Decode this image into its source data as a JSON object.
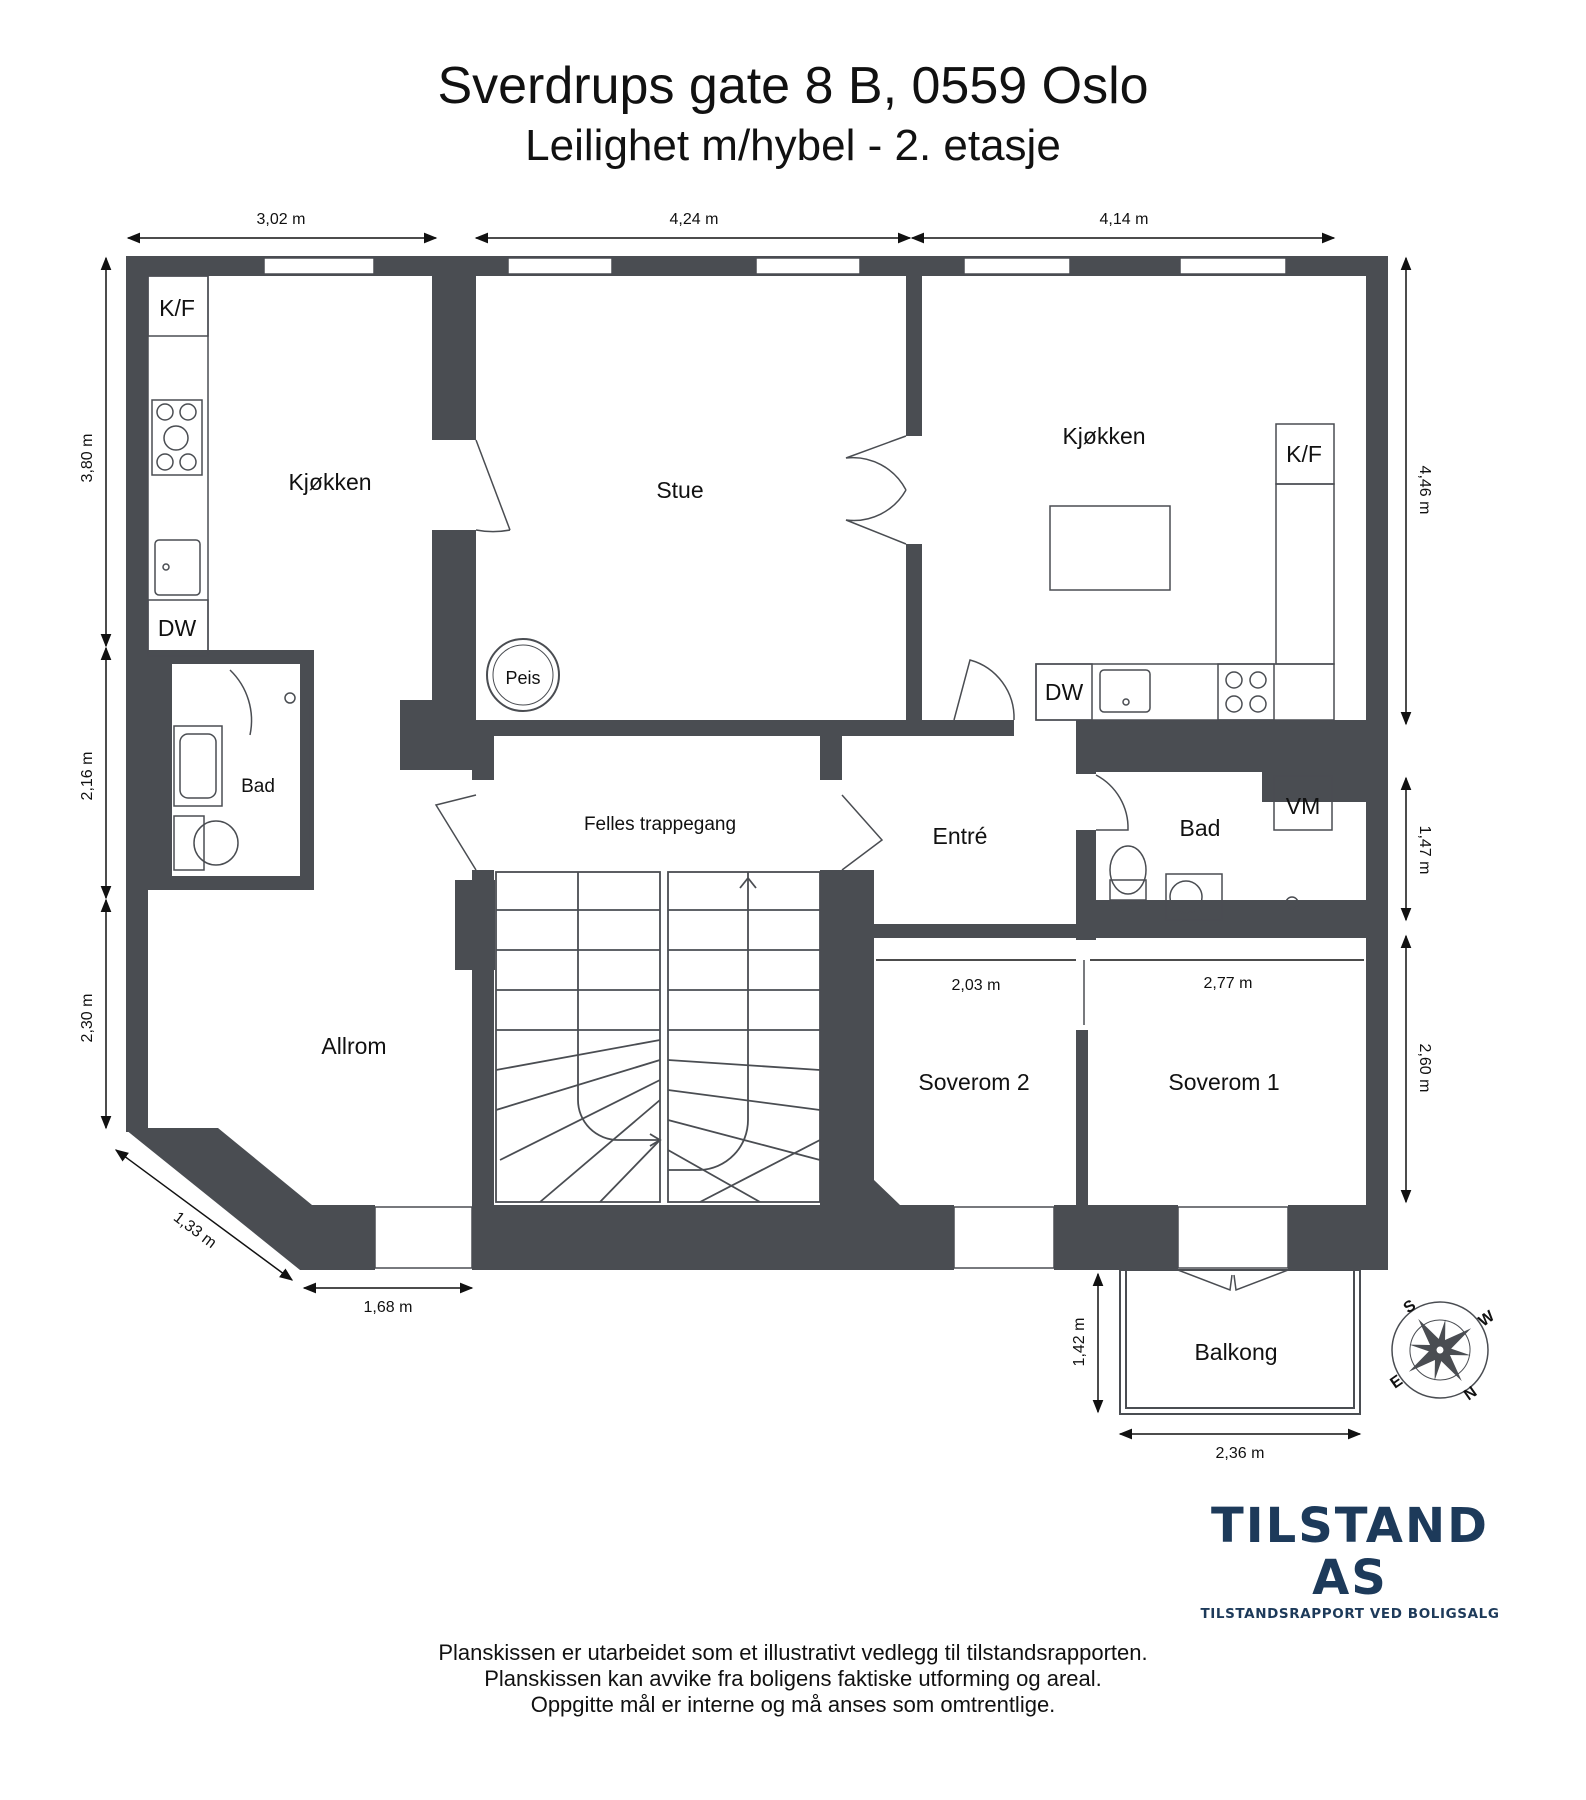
{
  "header": {
    "title": "Sverdrups gate 8 B, 0559 Oslo",
    "subtitle": "Leilighet m/hybel - 2. etasje"
  },
  "rooms": {
    "kjokken_left": "Kjøkken",
    "stue": "Stue",
    "kjokken_right": "Kjøkken",
    "felles_trappegang": "Felles trappegang",
    "entre": "Entré",
    "bad_left": "Bad",
    "bad_right": "Bad",
    "allrom": "Allrom",
    "soverom2": "Soverom 2",
    "soverom1": "Soverom 1",
    "balkong": "Balkong"
  },
  "fixtures": {
    "kf_left": "K/F",
    "dw_left": "DW",
    "kf_right": "K/F",
    "dw_right": "DW",
    "vm": "VM",
    "peis": "Peis"
  },
  "dimensions": {
    "top_left": "3,02 m",
    "top_mid": "4,24 m",
    "top_right": "4,14 m",
    "left_1": "3,80 m",
    "left_2": "2,16 m",
    "left_3": "2,30 m",
    "diag": "1,33 m",
    "bottom_left": "1,68 m",
    "right_1": "4,46 m",
    "right_2": "1,47 m",
    "right_3": "2,60 m",
    "soverom2_width": "2,03 m",
    "soverom1_width": "2,77 m",
    "balkong_height": "1,42 m",
    "balkong_width": "2,36 m"
  },
  "compass": {
    "n": "N",
    "e": "E",
    "s": "S",
    "w": "W"
  },
  "logo": {
    "name": "TILSTAND AS",
    "tagline": "TILSTANDSRAPPORT VED BOLIGSALG"
  },
  "footer": {
    "line1": "Planskissen er utarbeidet som et illustrativt vedlegg til tilstandsrapporten.",
    "line2": "Planskissen kan avvike fra boligens faktiske utforming og areal.",
    "line3": "Oppgitte mål er interne og må anses som omtrentlige."
  },
  "colors": {
    "wall": "#4a4d52",
    "window": "#ffffff",
    "brand": "#1d3a5a"
  }
}
